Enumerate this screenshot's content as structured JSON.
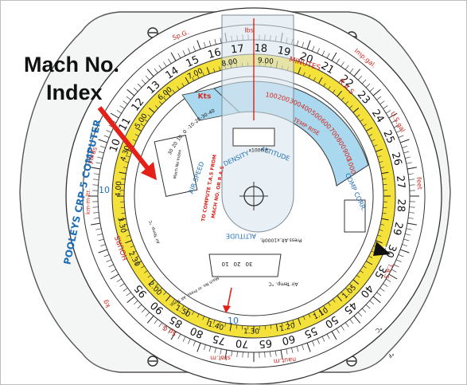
{
  "callout": {
    "line1": "Mach No.",
    "line2": "Index"
  },
  "device": {
    "name": "POOLEYS CRP-5 COMPUTER",
    "arc_labels": {
      "minutes": "MINUTES",
      "r_a_s": "R.A.S",
      "hours": "HOURS",
      "kts": "Kts",
      "temp_rise": "TEMP RISE",
      "air_speed": "AIR SPEED",
      "density": "DENSITY",
      "altitude": "ALTITUDE",
      "altitude_lower": "ALTITUDE",
      "comp_corr": "COMP CORR.",
      "x1000ft": "x1000 ft",
      "to_compute": "TO COMPUTE T.A.S FROM",
      "mach_no_ras": "MACH NO. OR R.A.S",
      "mach_no_index": "Mach No Index",
      "press_alt": "Press.Alt.x1000ft.",
      "air_temp": "Air Temp. °C",
      "air_temp2": "Air Temp. °C",
      "mach_press": "Mach No. or Press. Alt Temp."
    },
    "outer_labels": {
      "sp_g_top": "Sp.G.",
      "lbs": "lbs",
      "imp_gal": "Imp.gal.",
      "us_gal": "U.S.gal",
      "feet": "feet",
      "yards": "yards",
      "km_m_ltr": "km-m-ltr.",
      "kg": "kg",
      "sp_g_bottom": "Sp.G.",
      "stat_m": "stat.m",
      "naut_m": "naut.m",
      "deg_c": "°C",
      "deg_f": "°F",
      "t_a_s": "T.A.S",
      "idx_10_left": "10",
      "idx_10_bottom": "10"
    },
    "outer_scale": [
      "10",
      "11",
      "12",
      "13",
      "14",
      "15",
      "16",
      "17",
      "18",
      "19",
      "20",
      "21",
      "22",
      "23",
      "24",
      "25",
      "26",
      "27",
      "28",
      "29",
      "30",
      "35",
      "40",
      "45",
      "50",
      "55",
      "60",
      "65",
      "70",
      "75",
      "80",
      "85",
      "90",
      "95"
    ],
    "inner_scale": [
      "1.05",
      "1.10",
      "1.20",
      "1.30",
      "1.40",
      "1.50",
      "2.00",
      "2.30",
      "3.30",
      "4.00",
      "4.30",
      "5.00",
      "6.00",
      "7.00",
      "8.00",
      "9.00"
    ],
    "ras_scale": [
      "100",
      "200",
      "300",
      "400",
      "500",
      "600",
      "700",
      "800",
      "900",
      "1000"
    ],
    "temp_scale": [
      "30",
      "20",
      "10",
      "0",
      "-10",
      "-20",
      "-30",
      "-40"
    ],
    "density_ticks": [
      "10",
      "20",
      "30"
    ],
    "markers": {
      "index_60": "60"
    },
    "colors": {
      "yellow_ring": "#f4e23a",
      "blue_window": "#a9d8ef",
      "red_text": "#d6251b",
      "blue_text": "#1e6fb8",
      "arrow": "#e32119"
    }
  }
}
